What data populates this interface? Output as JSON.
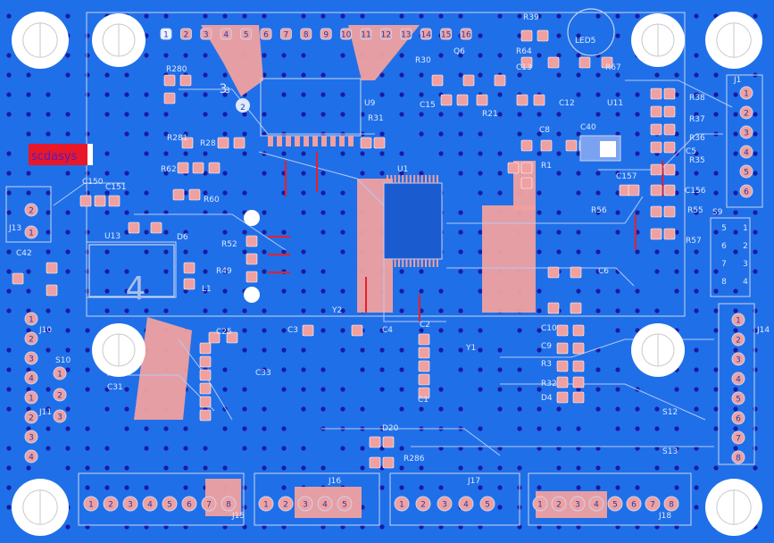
{
  "board": {
    "brand_text": "scdasys",
    "fab_numbers": {
      "u13_big": "4",
      "tl_three": "3",
      "tl_two": "2"
    },
    "designators": [
      "R39",
      "R64",
      "C13",
      "R67",
      "J1",
      "R280",
      "3",
      "R30",
      "Q6",
      "R31",
      "U9",
      "R281",
      "R28",
      "C15",
      "R21",
      "C12",
      "R38",
      "R37",
      "R36",
      "R35",
      "C8",
      "C40",
      "R1",
      "C5",
      "R62",
      "U1",
      "C157",
      "C156",
      "R55",
      "R56",
      "R57",
      "S9",
      "J13",
      "C150",
      "C151",
      "R60",
      "U13",
      "D6",
      "R52",
      "R49",
      "L1",
      "C42",
      "C6",
      "C10",
      "C9",
      "R3",
      "R32",
      "D4",
      "J14",
      "J10",
      "S10",
      "J11",
      "C25",
      "C33",
      "C3",
      "C4",
      "Y2",
      "C2",
      "Y1",
      "C1",
      "S12",
      "S13",
      "C31",
      "J15",
      "J16",
      "J17",
      "J18",
      "D20",
      "R286",
      "LED5",
      "U11"
    ],
    "pin_strips": {
      "top_header": [
        "1",
        "2",
        "3",
        "4",
        "5",
        "6",
        "7",
        "8",
        "9",
        "10",
        "11",
        "12",
        "13",
        "14",
        "15",
        "16"
      ],
      "j1": [
        "1",
        "2",
        "3",
        "4",
        "5",
        "6"
      ],
      "s9": [
        "5",
        "6",
        "7",
        "8",
        "1",
        "2",
        "3",
        "4"
      ],
      "j14": [
        "1",
        "2",
        "3",
        "4",
        "5",
        "6",
        "7",
        "8"
      ],
      "j10": [
        "1",
        "2",
        "3",
        "4"
      ],
      "s10": [
        "1",
        "2",
        "3"
      ],
      "j11": [
        "1",
        "2",
        "3",
        "4"
      ],
      "j15": [
        "1",
        "2",
        "3",
        "4",
        "5",
        "6",
        "7",
        "8"
      ],
      "j16": [
        "1",
        "2",
        "3",
        "4",
        "5"
      ],
      "j17": [
        "1",
        "2",
        "3",
        "4",
        "5"
      ],
      "j18": [
        "1",
        "2",
        "3",
        "4",
        "5",
        "6",
        "7",
        "8"
      ],
      "j13": [
        "2",
        "1"
      ]
    },
    "colors": {
      "substrate": "#1f6fe8",
      "copper": "#f0a0a0",
      "trace_red": "#e8202a",
      "silk": "#c8d4f0",
      "via": "#1a1aa0",
      "mount": "#ffffff"
    }
  }
}
